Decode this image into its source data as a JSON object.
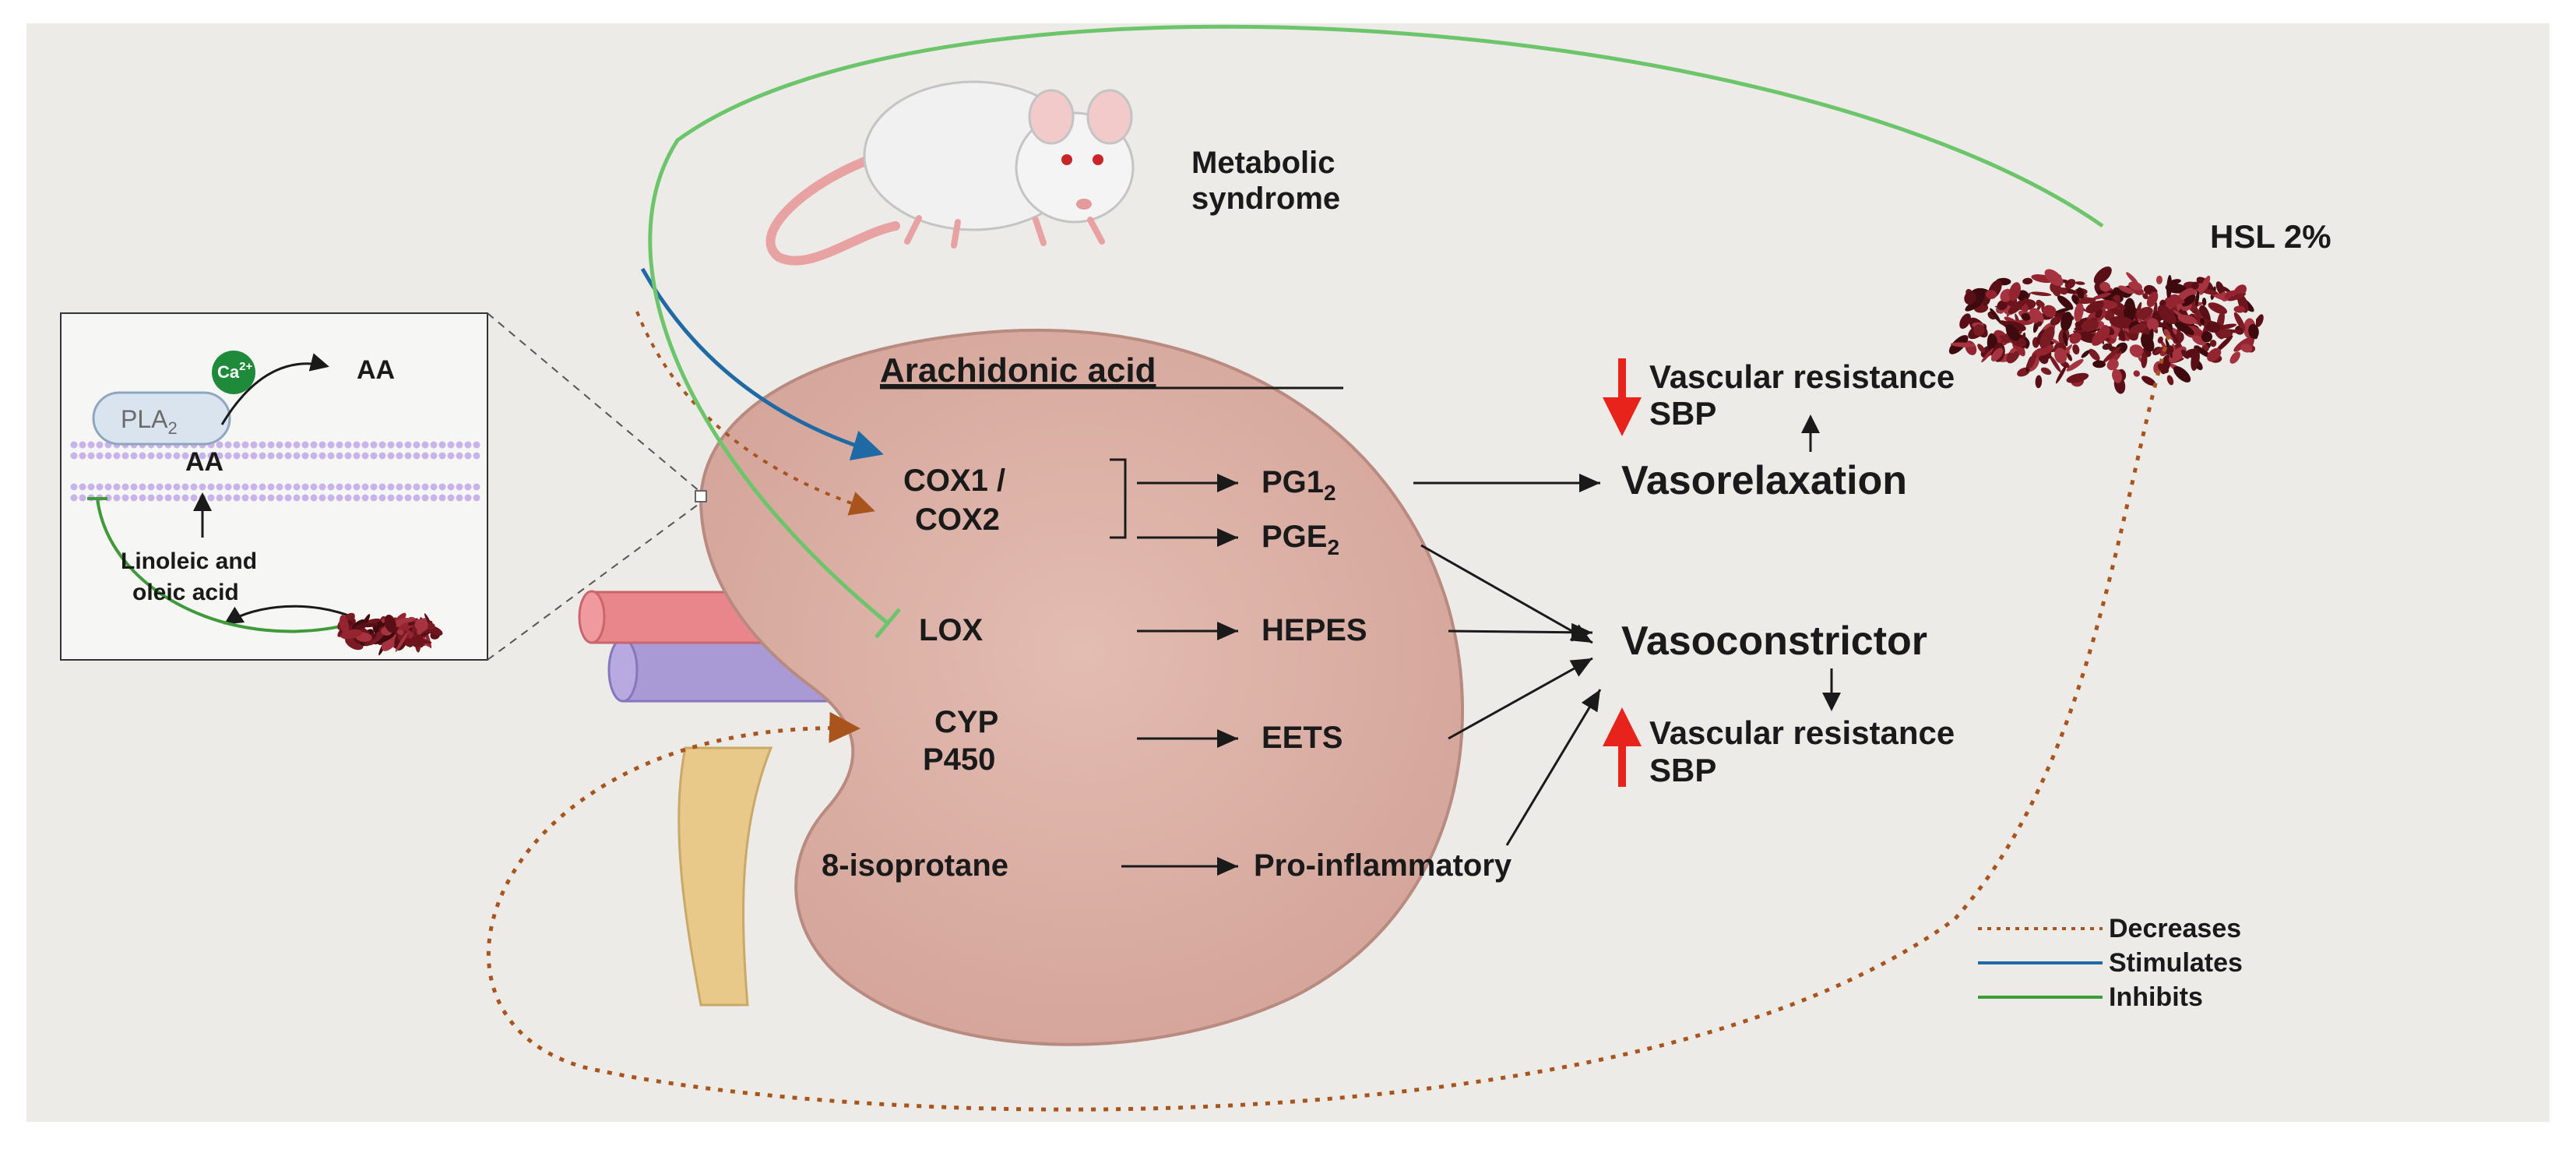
{
  "colors": {
    "background": "#ebebe9",
    "kidney": "#dcb0a4",
    "kidney_stroke": "#b98a80",
    "decreases": "#a8541c",
    "stimulates": "#1f6aa5",
    "inhibits": "#3f9a3a",
    "red_arrow": "#e8231c",
    "artery": "#e8868c",
    "vein": "#a99ad6",
    "ureter": "#e9c98a",
    "ca_circle": "#1e8a3a"
  },
  "labels": {
    "metabolic_syndrome_line1": "Metabolic",
    "metabolic_syndrome_line2": "syndrome",
    "hsl": "HSL 2%",
    "arachidonic_acid": "Arachidonic  acid",
    "cox_line1": "COX1 /",
    "cox_line2": "COX2",
    "pgi2": "PG1",
    "pgi2_sub": "2",
    "pge2": "PGE",
    "pge2_sub": "2",
    "lox": "LOX",
    "hepes": "HEPES",
    "cyp_line1": "CYP",
    "cyp_line2": "P450",
    "eets": "EETS",
    "isoprostane": "8-isoprotane",
    "pro_inflammatory": "Pro-inflammatory",
    "vascular_resistance_top": "Vascular resistance",
    "sbp_top": "SBP",
    "vasorelaxation": "Vasorelaxation",
    "vasoconstrictor": "Vasoconstrictor",
    "vascular_resistance_bottom": "Vascular resistance",
    "sbp_bottom": "SBP"
  },
  "inset": {
    "pla2": "PLA",
    "pla2_sub": "2",
    "ca": "Ca",
    "ca_sup": "2+",
    "aa_top": "AA",
    "aa_membrane": "AA",
    "fatty_acids_line1": "Linoleic and",
    "fatty_acids_line2": "oleic acid"
  },
  "legend": [
    {
      "label": "Decreases",
      "style": "dotted",
      "color": "#a8541c"
    },
    {
      "label": "Stimulates",
      "style": "solid",
      "color": "#1f6aa5"
    },
    {
      "label": "Inhibits",
      "style": "solid",
      "color": "#3f9a3a"
    }
  ]
}
